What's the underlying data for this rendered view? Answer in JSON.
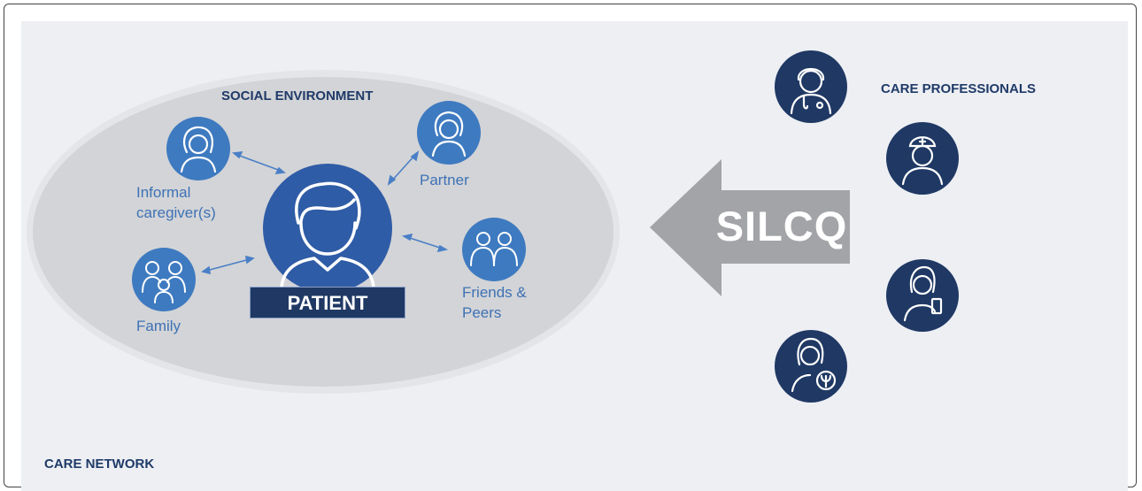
{
  "care_network": {
    "label": "CARE NETWORK"
  },
  "social_environment": {
    "label": "SOCIAL ENVIRONMENT",
    "patient": {
      "label": "PATIENT"
    },
    "members": [
      {
        "id": "informal-caregivers",
        "label_line1": "Informal",
        "label_line2": "caregiver(s)",
        "icon": "woman-icon"
      },
      {
        "id": "partner",
        "label_line1": "Partner",
        "icon": "woman-icon"
      },
      {
        "id": "family",
        "label_line1": "Family",
        "icon": "family-icon"
      },
      {
        "id": "friends-peers",
        "label_line1": "Friends &",
        "label_line2": "Peers",
        "icon": "people-group-icon"
      }
    ]
  },
  "silcq": {
    "label": "SILCQ"
  },
  "care_professionals": {
    "label": "CARE PROFESSIONALS",
    "roles": [
      {
        "icon": "doctor-icon"
      },
      {
        "icon": "nurse-icon"
      },
      {
        "icon": "pharmacist-icon"
      },
      {
        "icon": "psychologist-icon"
      }
    ]
  },
  "colors": {
    "ellipse_fill": "#d3d4d7",
    "patient_circle": "#2f5ca6",
    "member_circle": "#3e7ac0",
    "professional_circle": "#1f3864",
    "arrow_gray": "#a3a4a7",
    "heading_text": "#1f3a68",
    "member_text": "#3e72b5",
    "panel_bg": "#edeff3"
  }
}
